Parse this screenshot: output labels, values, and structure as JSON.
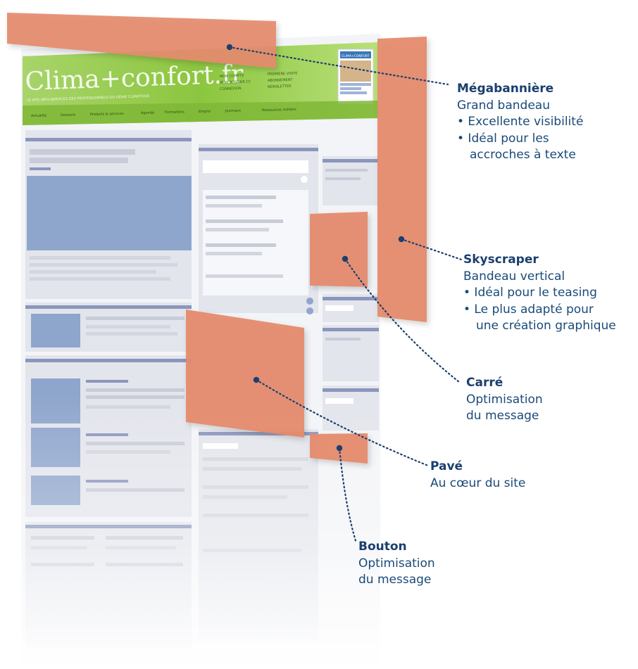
{
  "mockup": {
    "site_logo": "Clima+confort.fr",
    "site_tagline": "LE SITE INFO-SERVICES DES PROFESSIONNELS DU GÉNIE CLIMATIQUE",
    "nav_items": [
      "Actualité",
      "Dossiers",
      "Produits & services",
      "Agenda",
      "Formations",
      "Emploi",
      "Journaux",
      "Ressources métiers"
    ],
    "header_links": [
      "MON COMPTE",
      "MON DOSSIER CC",
      "CONNEXION",
      "PREMIÈRE VISITE",
      "ABONNEMENT",
      "NEWSLETTER"
    ],
    "magazine_title": "CLIMA+CONFORT"
  },
  "callouts": [
    {
      "id": "megabanniere",
      "title": "Mégabannière",
      "lines": [
        "Grand bandeau",
        "• Excellente visibilité",
        "• Idéal pour les",
        "accroches à texte"
      ]
    },
    {
      "id": "skyscraper",
      "title": "Skyscraper",
      "lines": [
        "Bandeau vertical",
        "• Idéal pour le teasing",
        "• Le plus adapté pour",
        "une création graphique"
      ]
    },
    {
      "id": "carre",
      "title": "Carré",
      "lines": [
        "Optimisation",
        "du message"
      ]
    },
    {
      "id": "pave",
      "title": "Pavé",
      "lines": [
        "Au cœur du site"
      ]
    },
    {
      "id": "bouton",
      "title": "Bouton",
      "lines": [
        "Optimisation",
        "du message"
      ]
    }
  ],
  "colors": {
    "ad_orange": "#e58a6e",
    "label_blue": "#1b3f6e",
    "header_green": "#8cc63f",
    "panel_grey": "#e2e4ea",
    "bar_blue": "#8a96bd",
    "photo_blue": "#8fa6cc"
  }
}
